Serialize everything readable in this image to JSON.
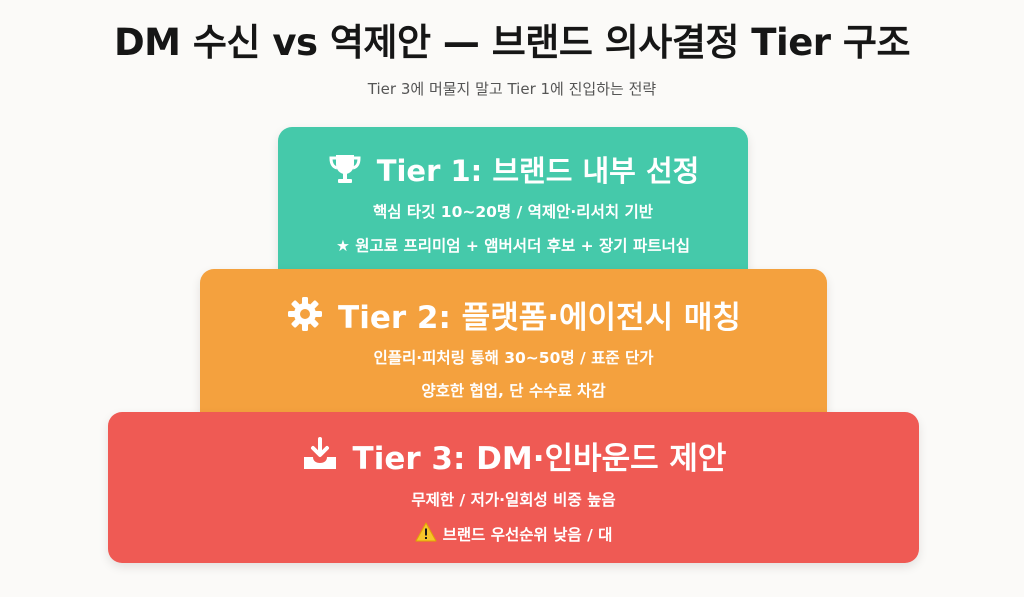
{
  "title": "DM 수신 vs 역제안 — 브랜드 의사결정 Tier 구조",
  "subtitle": "Tier 3에 머물지 말고 Tier 1에 진입하는 전략",
  "tiers": [
    {
      "heading": "Tier 1: 브랜드 내부 선정",
      "icon": "trophy-icon",
      "color": "#45c9aa",
      "line1": "핵심 타깃 10~20명 / 역제안·리서치 기반",
      "line2": "★ 원고료 프리미엄 + 앰버서더 후보 + 장기 파트너십"
    },
    {
      "heading": "Tier 2: 플랫폼·에이전시 매칭",
      "icon": "gear-icon",
      "color": "#f4a13e",
      "line1": "인플리·피처링 통해 30~50명 / 표준 단가",
      "line2": "양호한 협업, 단 수수료 차감"
    },
    {
      "heading": "Tier 3: DM·인바운드 제안",
      "icon": "inbox-download-icon",
      "color": "#ef5a54",
      "line1": "무제한 / 저가·일회성 비중 높음",
      "line2_icon": "warning-icon",
      "line2": "브랜드 우선순위 낮음 / 대"
    }
  ]
}
